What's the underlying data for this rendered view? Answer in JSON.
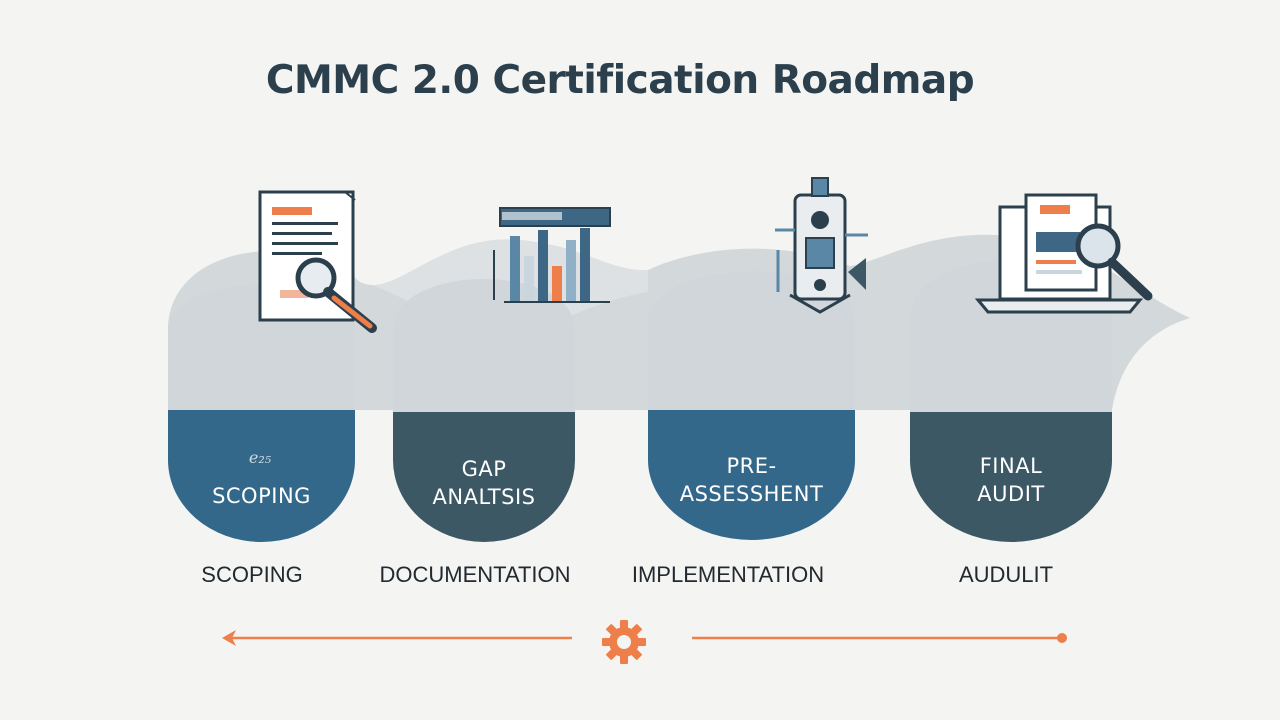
{
  "title": "CMMC 2.0 Certification Roadmap",
  "colors": {
    "background": "#f4f4f2",
    "wave": "#d3d8db",
    "pill_blue": "#33688a",
    "pill_slate": "#3d5865",
    "accent": "#ee7e4a",
    "ink": "#2b3f4c"
  },
  "steps": [
    {
      "pill_sub": "e₂₅",
      "pill_label": "SCOPING",
      "label": "SCOPING",
      "icon": "document-magnifier-icon"
    },
    {
      "pill_label": "GAP\nANALTSIS",
      "label": "DOCUMENTATION",
      "icon": "bar-chart-icon"
    },
    {
      "pill_label": "PRE-\nASSESSHENT",
      "label": "IMPLEMENTATION",
      "icon": "machinery-icon"
    },
    {
      "pill_label": "FINAL\nAUDIT",
      "label": "AUDULIT",
      "icon": "laptop-magnifier-icon"
    }
  ],
  "timeline": {
    "left_arrow": "arrow-left-icon",
    "center_icon": "gear-icon",
    "right_end": "dot-end-icon"
  }
}
